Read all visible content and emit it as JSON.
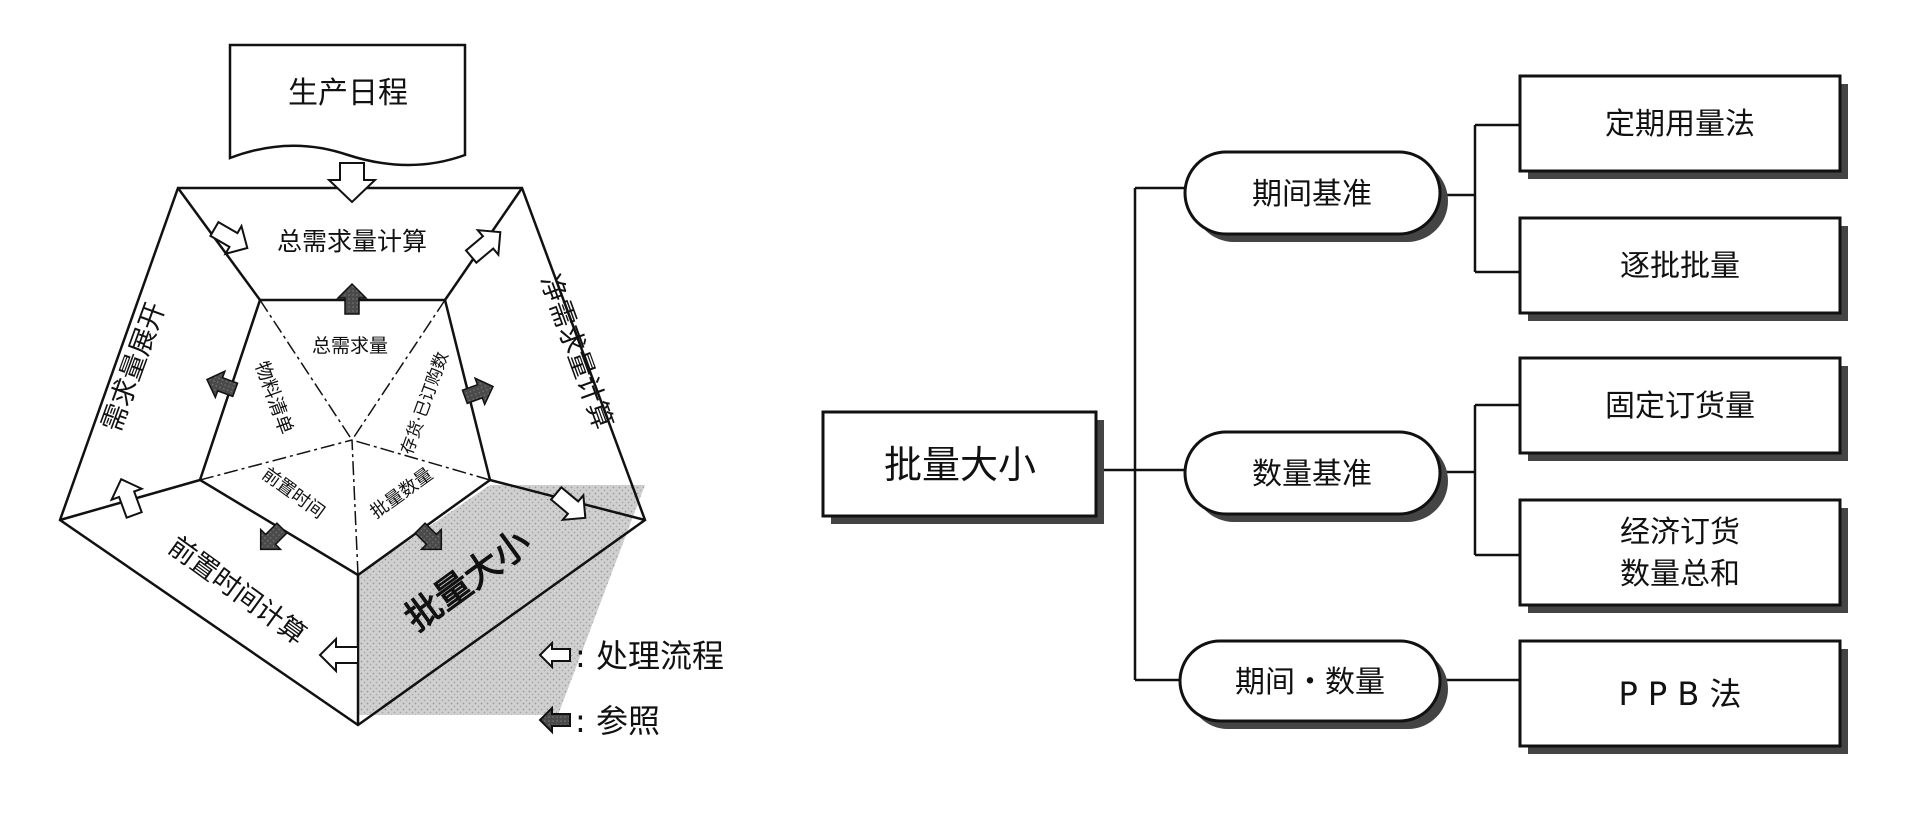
{
  "pentagon": {
    "schedule": "生产日程",
    "gross_calc": "总需求量计算",
    "net_calc": "净需求量计算",
    "explosion": "需求量展开",
    "leadtime_calc": "前置时间计算",
    "lot_size": "批量大小",
    "inner_gross": "总需求量",
    "inner_bom": "物料清单",
    "inner_inventory": "存货·已订购数",
    "inner_leadtime": "前置时间",
    "inner_lotqty": "批量数量"
  },
  "legend": {
    "process_flow": ": 处理流程",
    "reference": ": 参照"
  },
  "tree": {
    "root": "批量大小",
    "period_basis": "期间基准",
    "quantity_basis": "数量基准",
    "period_quantity": "期间・数量",
    "fixed_period": "定期用量法",
    "lot_for_lot": "逐批批量",
    "fixed_order": "固定订货量",
    "eoq_line1": "经济订货",
    "eoq_line2": "数量总和",
    "ppb": "P P B 法"
  },
  "colors": {
    "ink": "#111111",
    "shade": "#c8c8c8",
    "arrow_dark": "#3a3a3a"
  }
}
